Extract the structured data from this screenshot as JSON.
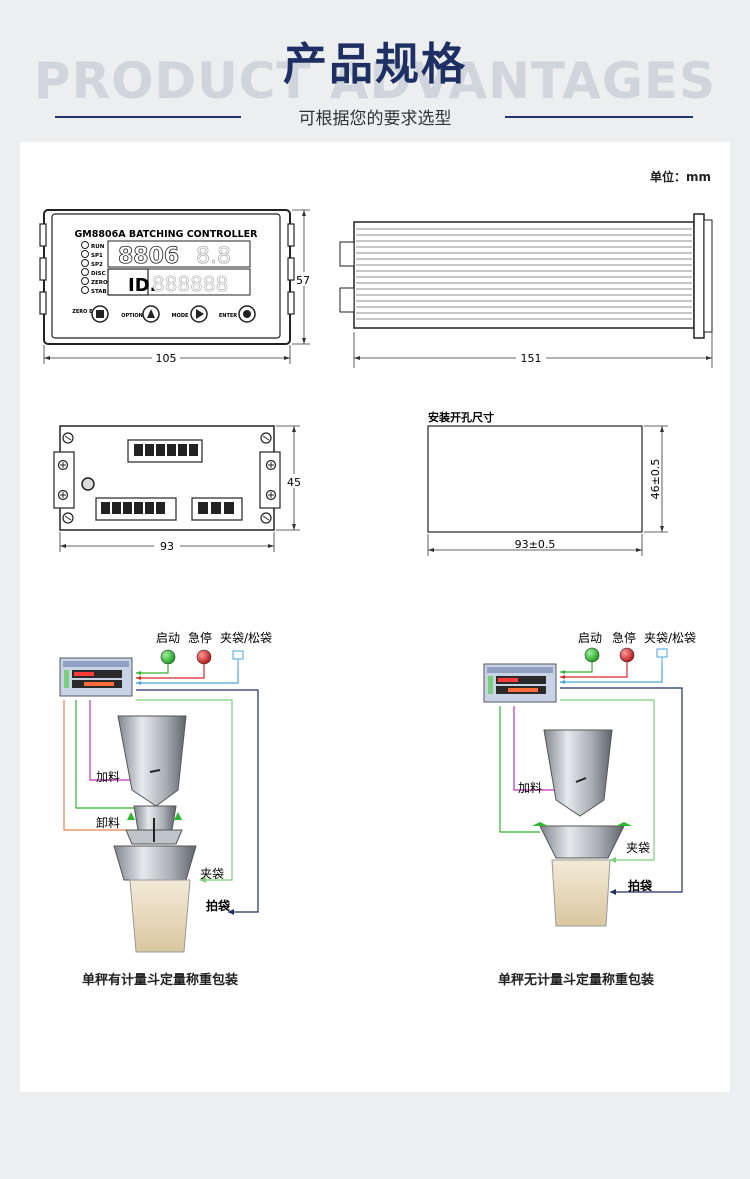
{
  "header": {
    "title": "产品规格",
    "bg_text": "PRODUCT ADVANTAGES",
    "subtitle": "可根据您的要求选型"
  },
  "unit_label": "单位：mm",
  "front_panel": {
    "model": "GM8806A BATCHING CONTROLLER",
    "indicators": [
      "RUN",
      "SP1",
      "SP2",
      "DISC",
      "ZERO",
      "STAB"
    ],
    "display_main": "8806",
    "display_id": "ID.",
    "keys": [
      "ZERO ESC",
      "OPTION",
      "MODE",
      "ENTER"
    ],
    "dim_width": "105",
    "dim_height": "57"
  },
  "side_view": {
    "dim_length": "151"
  },
  "rear_view": {
    "dim_width": "93",
    "dim_height": "45"
  },
  "cutout": {
    "title": "安装开孔尺寸",
    "dim_width": "93±0.5",
    "dim_height": "46±0.5"
  },
  "diagram_left": {
    "labels": {
      "start": "启动",
      "estop": "急停",
      "clamp": "夹袋/松袋",
      "feed": "加料",
      "discharge": "卸料",
      "clamp_bag": "夹袋",
      "pat_bag": "拍袋"
    },
    "caption": "单秤有计量斗定量称重包装"
  },
  "diagram_right": {
    "labels": {
      "start": "启动",
      "estop": "急停",
      "clamp": "夹袋/松袋",
      "feed": "加料",
      "clamp_bag": "夹袋",
      "pat_bag": "拍袋"
    },
    "caption": "单秤无计量斗定量称重包装"
  },
  "colors": {
    "navy": "#1d2f63",
    "start_green": "#2fb52f",
    "estop_red": "#d8262a"
  }
}
